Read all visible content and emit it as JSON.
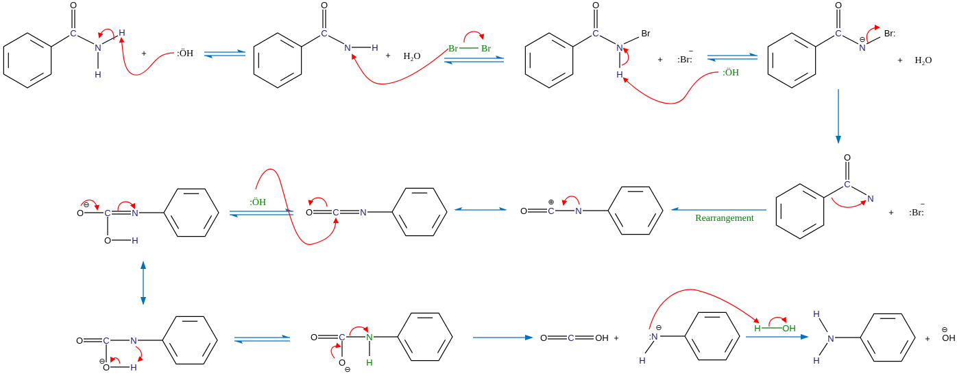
{
  "title": "Hofmann rearrangement mechanism of benzamide to aniline",
  "colors": {
    "arrow": "#0070c0",
    "electron_arrow": "#ff0000",
    "reagent": "#008000"
  },
  "step1": {
    "reactant": {
      "O": "O",
      "C": "C",
      "N": "N",
      "H_top": "H",
      "H_bottom": "H"
    },
    "plus": "+",
    "base": ":ÖH"
  },
  "step2": {
    "amide_anion": {
      "O": "O",
      "C": "C",
      "N": "N",
      "H": "H"
    },
    "plus": "+",
    "water": "H₂O",
    "bromine": {
      "Br1": "Br",
      "Br2": "Br"
    }
  },
  "step3": {
    "n_bromoamide": {
      "O": "O",
      "C": "C",
      "N": "N",
      "Br": "Br",
      "H": "H"
    },
    "plus": "+",
    "bromide": ":Br:",
    "bromide_charge": "−",
    "base": ":ÖH"
  },
  "step4": {
    "bromoamide_anion": {
      "O": "O",
      "C": "C",
      "N": "N",
      "charge": "⊖",
      "Br": "Br:"
    },
    "plus": "+",
    "water": "H₂O"
  },
  "step5": {
    "nitrene": {
      "O": "O",
      "C": "C",
      "N": "N"
    },
    "plus": "+",
    "bromide": ":Br:",
    "bromide_charge": "−"
  },
  "rearrangement_label": "Rearrangement",
  "step6": {
    "cation": {
      "O": "O",
      "C": "C",
      "charge": "⊕",
      "N": "N"
    }
  },
  "step7": {
    "isocyanate": {
      "O": "O",
      "C": "C",
      "N": "N"
    },
    "base": ":ÖH"
  },
  "step8": {
    "adduct": {
      "O": "O",
      "charge": "⊖",
      "C": "C",
      "N": "N",
      "O2": "O",
      "H": "H"
    }
  },
  "step9": {
    "resonance": {
      "O": "O",
      "C": "C",
      "N": "N",
      "O2": "O",
      "charge": "⊖",
      "H": "H"
    }
  },
  "step10": {
    "carbamate": {
      "O": "O",
      "C": "C",
      "N": "N",
      "O2": "O",
      "charge": "⊖",
      "H": "H"
    }
  },
  "step11": {
    "carbonic": {
      "O": "O",
      "C": "C",
      "OH": "OH"
    },
    "plus": "+",
    "anilide": {
      "N": ":N",
      "charge": "⊖",
      "H": "H"
    },
    "water": {
      "H": "H",
      "OH": "OH"
    }
  },
  "step12": {
    "aniline": {
      "H_top": "H",
      "N": "N",
      "H_bottom": "H"
    },
    "plus": "+",
    "hydroxide": "OH",
    "hydroxide_charge": "⊖"
  }
}
